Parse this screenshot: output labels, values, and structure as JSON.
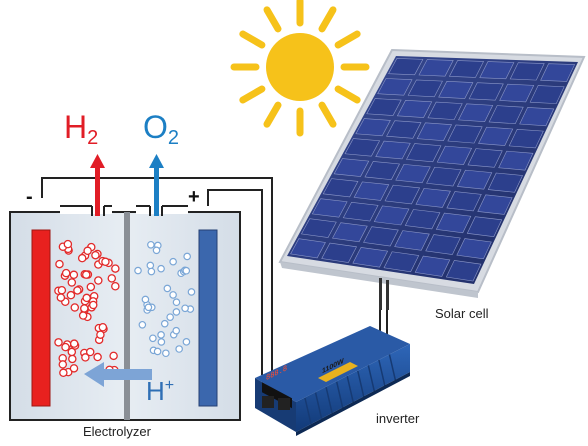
{
  "labels": {
    "h2": "H",
    "h2_sub": "2",
    "o2": "O",
    "o2_sub": "2",
    "minus": "-",
    "plus": "+",
    "hplus": "H",
    "hplus_sup": "+",
    "electrolyzer": "Electrolyzer",
    "solar_cell": "Solar cell",
    "inverter": "inverter",
    "inverter_display": "888.8",
    "inverter_badge": "1100W"
  },
  "colors": {
    "hydrogen": "#e11d26",
    "oxygen": "#1c7fc4",
    "cathode": "#e8211f",
    "anode": "#3b67ad",
    "electrolyte": "#dfe7ef",
    "sun": "#f6c21a",
    "panel": "#2a3a7c",
    "inverter": "#1d4f99"
  },
  "icons": {
    "sun": "sun-icon",
    "solar_panel": "solar-panel-icon",
    "inverter": "inverter-icon",
    "bubbles_h2": "bubble-icon",
    "bubbles_o2": "bubble-icon"
  }
}
